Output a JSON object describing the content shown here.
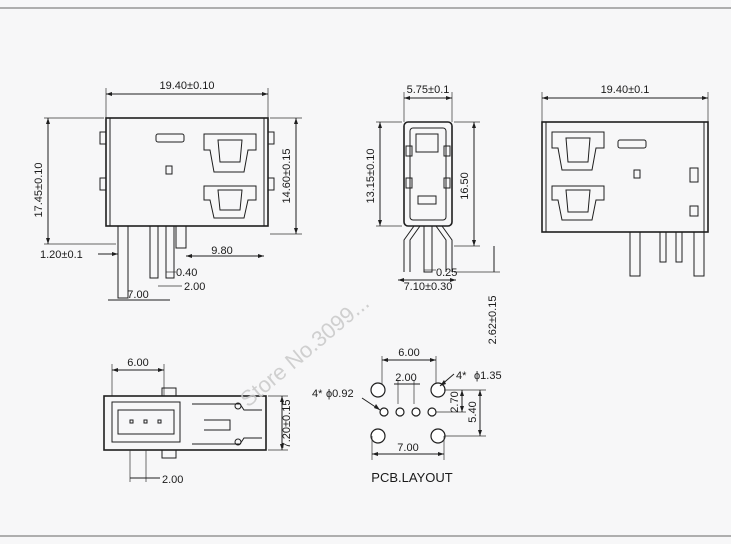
{
  "views": {
    "front": {
      "width": "19.40±0.10",
      "height_outer": "17.45±0.10",
      "height_inner": "14.60±0.15",
      "pin_offset": "1.20±0.1",
      "pitch": "0.40",
      "spacing": "2.00",
      "span": "7.00",
      "to_edge": "9.80"
    },
    "side": {
      "top_width": "5.75±0.1",
      "height": "13.15±0.10",
      "total": "16.50",
      "pin_w": "0.25",
      "base": "7.10±0.30",
      "leg": "2.62±0.15"
    },
    "rear": {
      "width": "19.40±0.1"
    },
    "bottom": {
      "width": "6.00",
      "height": "7.20±0.15",
      "pitch": "2.00"
    },
    "pcb": {
      "spacing_top": "6.00",
      "pitch": "2.00",
      "pad_large": "4*",
      "pad_large_dia": "ϕ1.35",
      "pad_small": "4*",
      "pad_small_dia": "ϕ0.92",
      "row_gap": "2.70",
      "row_gap2": "5.40",
      "spacing_bottom": "7.00",
      "title": "PCB.LAYOUT"
    }
  },
  "watermark": "Store No.3099..."
}
